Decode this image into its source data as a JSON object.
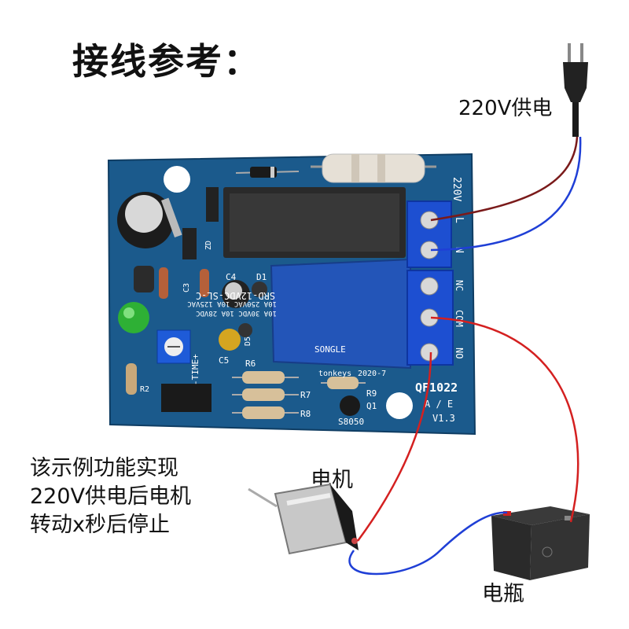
{
  "title": "接线参考：",
  "power_supply_label": "220V供电",
  "description_lines": [
    "该示例功能实现",
    "220V供电后电机",
    "转动x秒后停止"
  ],
  "motor_label": "电机",
  "battery_label": "电瓶",
  "board": {
    "model": "QF1022",
    "revision": "V1.3",
    "ae_mark": "A / E",
    "brand": "tonkeys",
    "date": "2020-7",
    "voltage_mark": "220V",
    "relay_model": "SRD-12VDC-SL-C",
    "relay_ratings": [
      "10A 250VAC  10A 125VAC",
      "10A 30VDC  10A 28VDC"
    ],
    "relay_brand": "SONGLE",
    "transistor": "S8050",
    "terminal_labels": [
      "L",
      "N",
      "NC",
      "COM",
      "NO"
    ],
    "component_labels": [
      "C4",
      "D1",
      "C5",
      "R6",
      "R7",
      "R8",
      "R9",
      "Q1",
      "ZD",
      "C3",
      "D5",
      "R2"
    ],
    "time_label": "-TIME+"
  },
  "colors": {
    "pcb": "#1b5a8c",
    "wire_red": "#d42020",
    "wire_blue": "#1f3fd6",
    "wire_brown": "#7a1a1a",
    "relay_blue": "#2355b8"
  }
}
